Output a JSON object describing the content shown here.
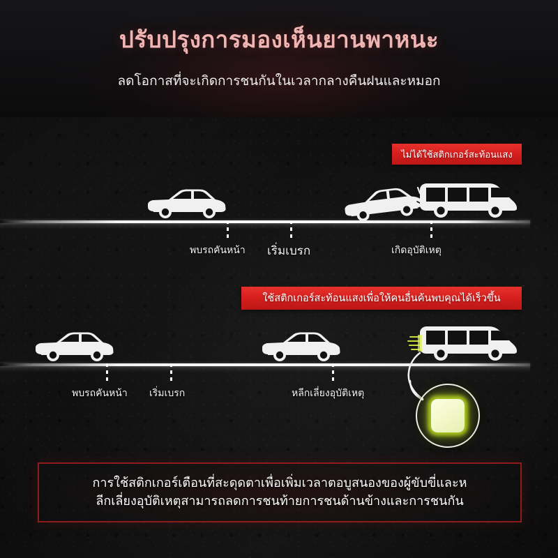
{
  "header": {
    "title": "ปรับปรุงการมองเห็นยานพาหนะ",
    "subtitle": "ลดโอกาสที่จะเกิดการชนกันในเวลากลางคืนฝนและหมอก",
    "title_color": "#f0b4b2",
    "subtitle_color": "#ededed"
  },
  "scene_top": {
    "banner_label": "ไม่ได้ใช้สติกเกอร์สะท้อนแสง",
    "banner_color": "#d8211f",
    "labels": [
      {
        "text": "พบรถคันหน้า"
      },
      {
        "text": "เริ่มเบรก"
      },
      {
        "text": "เกิดอุบัติเหตุ"
      }
    ],
    "vehicles": [
      {
        "name": "hatchback-car",
        "state": "driving"
      },
      {
        "name": "hatchback-car",
        "state": "colliding"
      },
      {
        "name": "van",
        "state": "struck"
      }
    ]
  },
  "scene_bottom": {
    "banner_label": "ใช้สติกเกอร์สะท้อนแสงเพื่อให้คนอื่นค้นพบคุณได้เร็วขึ้น",
    "banner_color": "#d8211f",
    "labels": [
      {
        "text": "พบรถคันหน้า"
      },
      {
        "text": "เริ่มเบรก"
      },
      {
        "text": "หลีกเลี่ยงอุบัติเหตุ"
      }
    ],
    "vehicles": [
      {
        "name": "hatchback-car",
        "state": "driving"
      },
      {
        "name": "hatchback-car",
        "state": "driving"
      },
      {
        "name": "van",
        "state": "reflective-sticker"
      }
    ],
    "sticker": {
      "name": "reflective-sticker-chip",
      "glow_color": "#bad822",
      "chip_color": "#f6fbd2"
    }
  },
  "footer": {
    "text": "การใช้สติกเกอร์เตือนที่สะดุดตาเพื่อเพิ่มเวลาตอบูสนองของผู้ขับขี่และห ลีกเลี่ยงอุบัติเหตุสามารถลดการชนท้ายการชนด้านข้างและการชนกัน",
    "line1": "การใช้สติกเกอร์เตือนที่สะดุดตาเพื่อเพิ่มเวลาตอบูสนองของผู้ขับขี่และห",
    "line2": "ลีกเลี่ยงอุบัติเหตุสามารถลดการชนท้ายการชนด้านข้างและการชนกัน",
    "border_color": "#8e1c1c"
  }
}
